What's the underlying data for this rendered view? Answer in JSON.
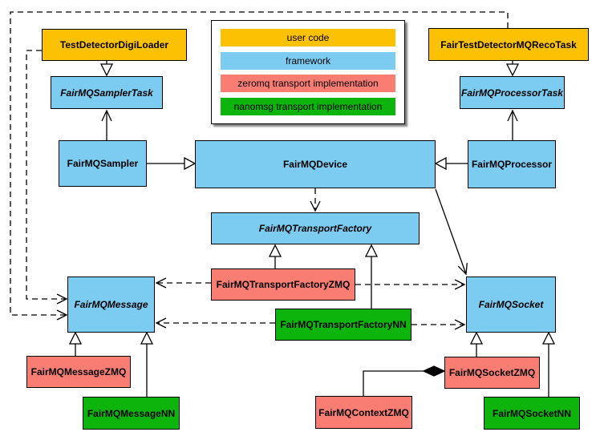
{
  "colors": {
    "user_code": "#FCC103",
    "framework": "#7CCCF2",
    "zeromq": "#FA7D73",
    "nanomsg": "#0CB40C",
    "line": "#000000",
    "background": "#FFFFFF"
  },
  "legend": {
    "items": [
      {
        "label": "user code",
        "color_key": "user_code"
      },
      {
        "label": "framework",
        "color_key": "framework"
      },
      {
        "label": "zeromq transport implementation",
        "color_key": "zeromq"
      },
      {
        "label": "nanomsg transport implementation",
        "color_key": "nanomsg"
      }
    ]
  },
  "nodes": {
    "testDetectorDigiLoader": {
      "label": "TestDetectorDigiLoader",
      "category": "user_code",
      "abstract": false
    },
    "fairTestDetectorMQRecoTask": {
      "label": "FairTestDetectorMQRecoTask",
      "category": "user_code",
      "abstract": false
    },
    "fairMQSamplerTask": {
      "label": "FairMQSamplerTask",
      "category": "framework",
      "abstract": true
    },
    "fairMQProcessorTask": {
      "label": "FairMQProcessorTask",
      "category": "framework",
      "abstract": true
    },
    "fairMQSampler": {
      "label": "FairMQSampler",
      "category": "framework",
      "abstract": false
    },
    "fairMQDevice": {
      "label": "FairMQDevice",
      "category": "framework",
      "abstract": false
    },
    "fairMQProcessor": {
      "label": "FairMQProcessor",
      "category": "framework",
      "abstract": false
    },
    "fairMQTransportFactory": {
      "label": "FairMQTransportFactory",
      "category": "framework",
      "abstract": true
    },
    "fairMQTransportFactoryZMQ": {
      "label": "FairMQTransportFactoryZMQ",
      "category": "zeromq",
      "abstract": false
    },
    "fairMQTransportFactoryNN": {
      "label": "FairMQTransportFactoryNN",
      "category": "nanomsg",
      "abstract": false
    },
    "fairMQMessage": {
      "label": "FairMQMessage",
      "category": "framework",
      "abstract": true
    },
    "fairMQSocket": {
      "label": "FairMQSocket",
      "category": "framework",
      "abstract": true
    },
    "fairMQMessageZMQ": {
      "label": "FairMQMessageZMQ",
      "category": "zeromq",
      "abstract": false
    },
    "fairMQMessageNN": {
      "label": "FairMQMessageNN",
      "category": "nanomsg",
      "abstract": false
    },
    "fairMQContextZMQ": {
      "label": "FairMQContextZMQ",
      "category": "zeromq",
      "abstract": false
    },
    "fairMQSocketZMQ": {
      "label": "FairMQSocketZMQ",
      "category": "zeromq",
      "abstract": false
    },
    "fairMQSocketNN": {
      "label": "FairMQSocketNN",
      "category": "nanomsg",
      "abstract": false
    }
  },
  "edges": [
    {
      "from": "TestDetectorDigiLoader",
      "to": "FairMQSamplerTask",
      "type": "inheritance"
    },
    {
      "from": "FairTestDetectorMQRecoTask",
      "to": "FairMQProcessorTask",
      "type": "inheritance"
    },
    {
      "from": "FairMQSampler",
      "to": "FairMQSamplerTask",
      "type": "association"
    },
    {
      "from": "FairMQProcessor",
      "to": "FairMQProcessorTask",
      "type": "association"
    },
    {
      "from": "FairMQSampler",
      "to": "FairMQDevice",
      "type": "inheritance"
    },
    {
      "from": "FairMQProcessor",
      "to": "FairMQDevice",
      "type": "inheritance"
    },
    {
      "from": "FairMQDevice",
      "to": "FairMQTransportFactory",
      "type": "dependency"
    },
    {
      "from": "FairMQDevice",
      "to": "FairMQSocket",
      "type": "association"
    },
    {
      "from": "FairMQTransportFactoryZMQ",
      "to": "FairMQTransportFactory",
      "type": "inheritance"
    },
    {
      "from": "FairMQTransportFactoryNN",
      "to": "FairMQTransportFactory",
      "type": "inheritance"
    },
    {
      "from": "FairMQTransportFactoryZMQ",
      "to": "FairMQMessage",
      "type": "dependency"
    },
    {
      "from": "FairMQTransportFactoryZMQ",
      "to": "FairMQSocket",
      "type": "dependency"
    },
    {
      "from": "FairMQTransportFactoryNN",
      "to": "FairMQMessage",
      "type": "dependency"
    },
    {
      "from": "FairMQTransportFactoryNN",
      "to": "FairMQSocket",
      "type": "dependency"
    },
    {
      "from": "TestDetectorDigiLoader",
      "to": "FairMQMessage",
      "type": "dependency"
    },
    {
      "from": "FairTestDetectorMQRecoTask",
      "to": "FairMQMessage",
      "type": "dependency"
    },
    {
      "from": "FairMQMessageZMQ",
      "to": "FairMQMessage",
      "type": "inheritance"
    },
    {
      "from": "FairMQMessageNN",
      "to": "FairMQMessage",
      "type": "inheritance"
    },
    {
      "from": "FairMQSocketZMQ",
      "to": "FairMQSocket",
      "type": "inheritance"
    },
    {
      "from": "FairMQSocketNN",
      "to": "FairMQSocket",
      "type": "inheritance"
    },
    {
      "from": "FairMQContextZMQ",
      "to": "FairMQSocketZMQ",
      "type": "composition"
    }
  ]
}
